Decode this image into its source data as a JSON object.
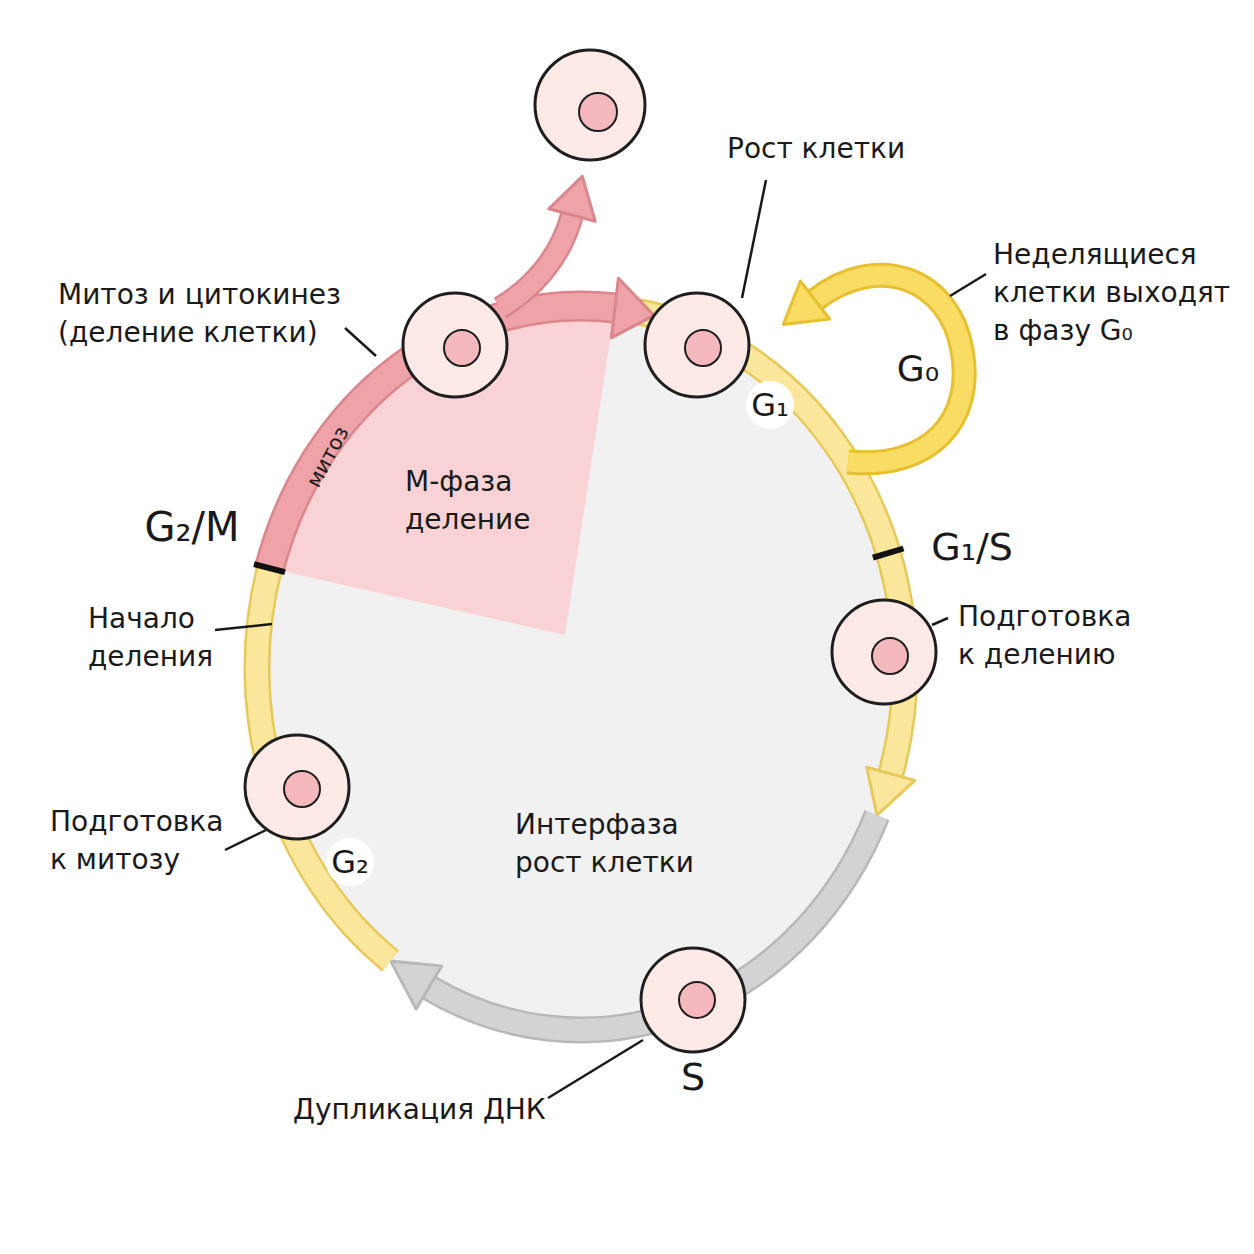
{
  "diagram": {
    "nodes": [
      {
        "text": [
          "Интерфаза рост клетки"
        ]
      },
      {
        "text": [
          "М-фаза деление"
        ],
        "in": 0
      }
    ],
    "labels": [
      "Рост клетки",
      "Неделящиеся клетки выходят в фазу G₀",
      "Митоз и цитокинез (деление клетки)",
      "G₂/M",
      "Начало деления",
      "Подготовка к митозу",
      "G₂",
      "S",
      "Дупликация ДНК",
      "Подготовка к делению",
      "G₁/S",
      "G₁",
      "G₀",
      "митоз"
    ]
  }
}
